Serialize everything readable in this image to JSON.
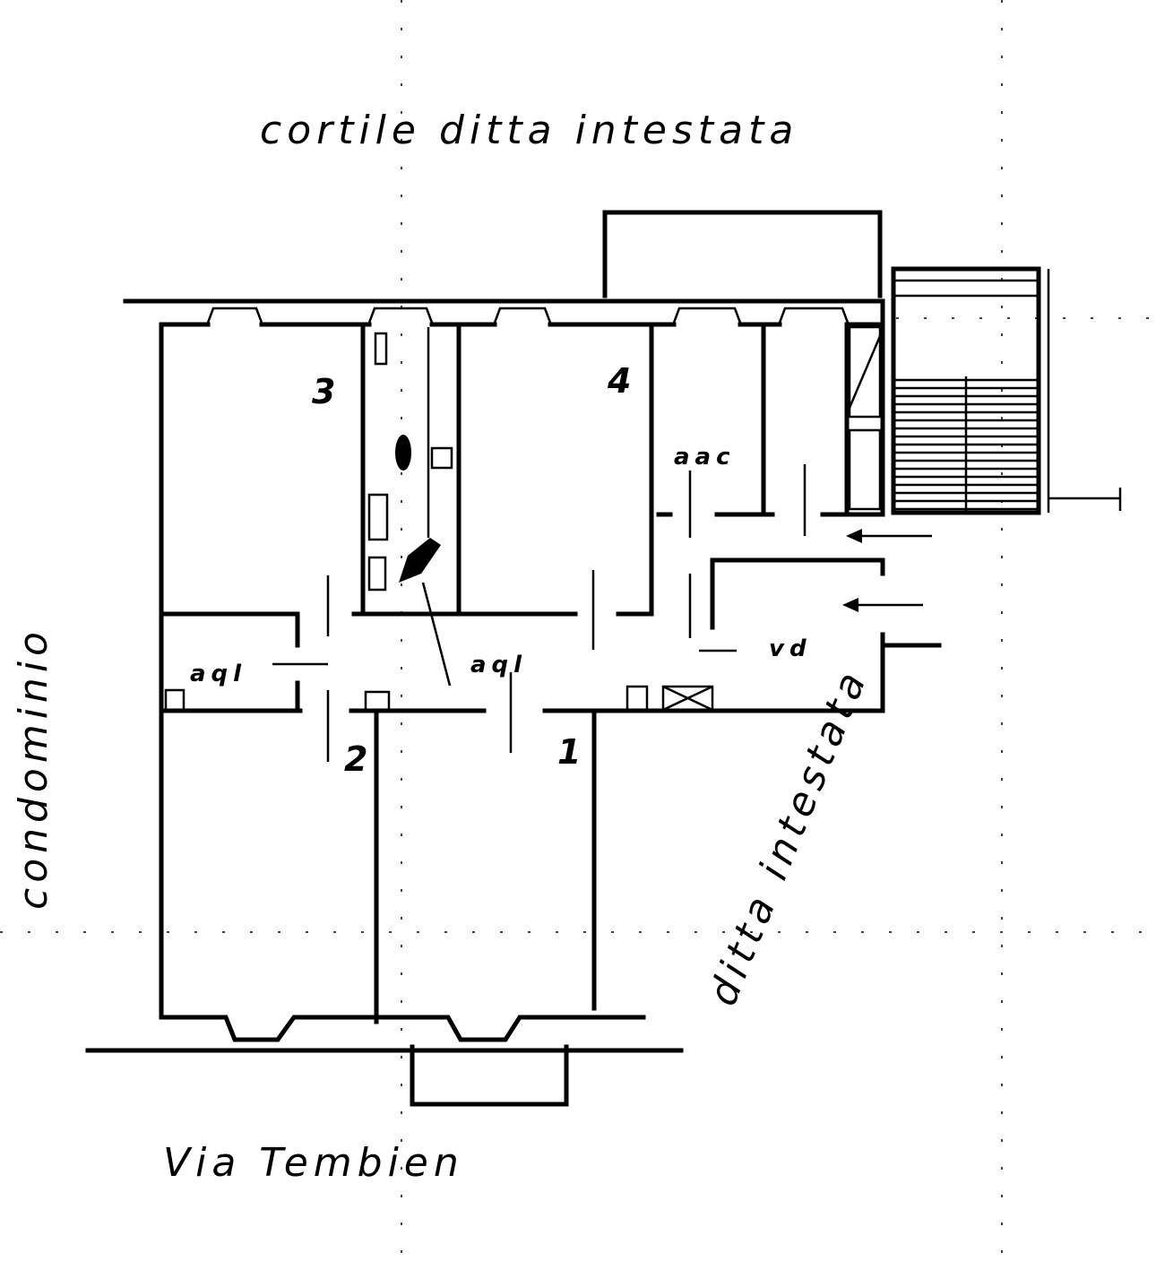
{
  "plan": {
    "labels": {
      "courtyard": "cortile ditta intestata",
      "street": "Via Tembien",
      "left_neighbor": "condominio",
      "right_neighbor": "ditta intestata"
    },
    "room_numbers": {
      "room_1": "1",
      "room_2": "2",
      "room_3": "3",
      "room_4": "4"
    },
    "room_annotations": {
      "disimpegno_left": "aql",
      "disimpegno_mid": "aql",
      "disimpegno_right": "aac",
      "vestibolo": "vd"
    }
  }
}
